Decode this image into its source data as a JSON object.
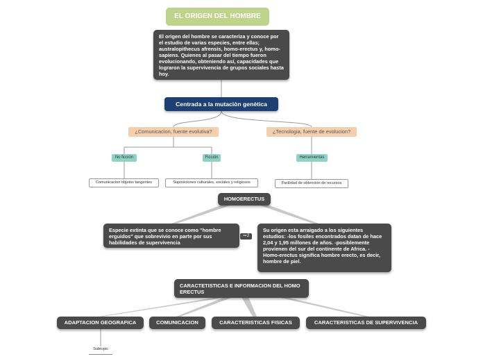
{
  "title": "EL ORIGEN DEL HOMBRE",
  "intro": "El origen del hombre se caracteriza y conoce por el estudio de varias especies, entre ellas; australopithecus afrensis, homo-erectus y, homo-sapiens. Quienes al pasar del tiempo fueron evolucionando, obteniendo así, capacidades que lograron la supervivencia de grupos sociales hasta hoy.",
  "central": "Centrada a la mutaciòn genètica",
  "branches": {
    "comunicacion": "¿Comunicacion, fuente evolutiva?",
    "tecnologia": "¿Tecnologia, fuente de evolucion?"
  },
  "tags": {
    "no_ficcion": "No ficción",
    "ficcion": "Ficción",
    "herramientas": "Herramientas"
  },
  "leaves": {
    "comunicacion_objetos": "Comunicacion objetos tangentes",
    "suposiciones": "Suposiciones culturales, sociales y religiosos",
    "facilidad": "Facilidad de obtención de recursos"
  },
  "homoerectus": "HOMOERECTUS",
  "especie": "Especie extinta que se conoce como \"hombre erguidos\" que sobrevivio en parte por sus habilidades de supervivencia",
  "badge": "≔2",
  "origen": "Su origen esta arraigado a los siguientes estudios: -los fosiles encontrados datan de hace 2,04 y 1,95 millones de años. -posiblemente provienen del sur del continente de Africa. -Homo-erectus significa hombre erecto, es decir, hombre de piel.",
  "caracteristicas": "CARACTETISTICAS E INFORMACION DEL HOMO ERECTUS",
  "bottom": {
    "adaptacion": "ADAPTACION GEOGRAFICA",
    "comunicacion": "COMUNICACION",
    "fisicas": "CARACTERISTICAS FISICAS",
    "supervivencia": "CARACTERISTICAS DE SUPERVIVENCIA"
  },
  "subtopic": "Subtopic",
  "colors": {
    "title_bg": "#bdd48a",
    "dark_node": "#4a4a4a",
    "central_bg": "#1d3f73",
    "peach_bg": "#f3cfae",
    "teal_bg": "#8fd3c6"
  }
}
